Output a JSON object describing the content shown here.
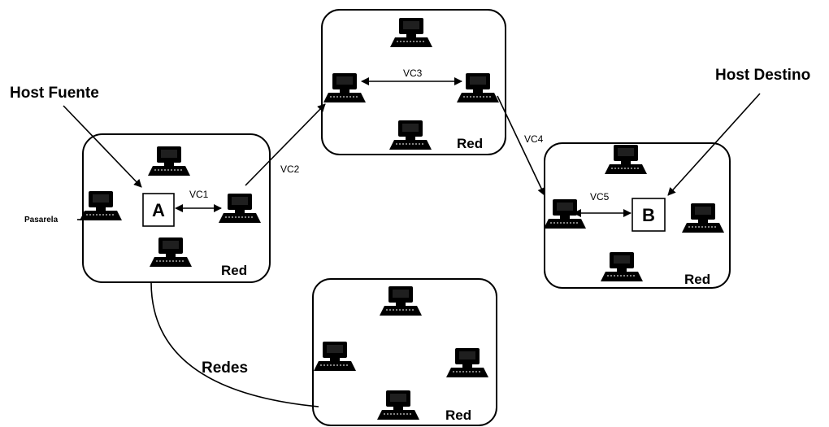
{
  "labels": {
    "host_fuente": "Host Fuente",
    "host_destino": "Host Destino",
    "pasarela": "Pasarela",
    "redes": "Redes",
    "red": "Red",
    "vc1": "VC1",
    "vc2": "VC2",
    "vc3": "VC3",
    "vc4": "VC4",
    "vc5": "VC5",
    "host_a": "A",
    "host_b": "B"
  },
  "icons": {
    "computer": "computer-icon"
  },
  "colors": {
    "line": "#000000",
    "background": "#ffffff"
  }
}
